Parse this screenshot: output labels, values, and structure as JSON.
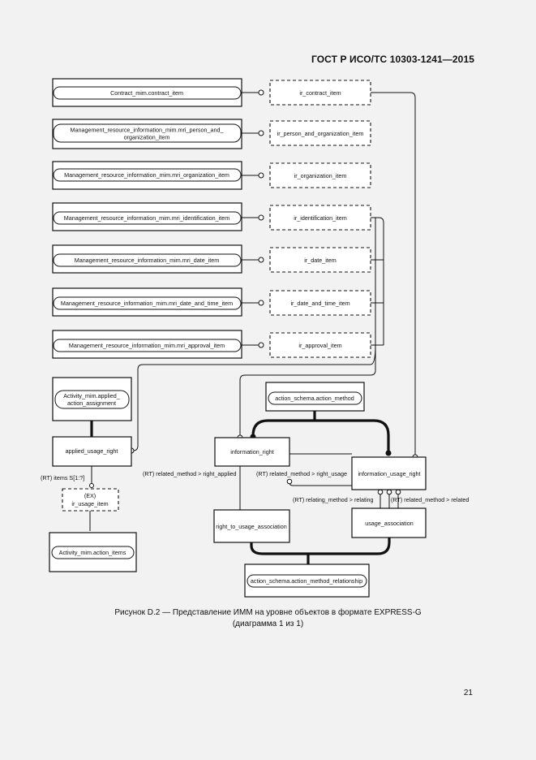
{
  "header": {
    "standard": "ГОСТ Р ИСО/ТС 10303-1241—2015"
  },
  "caption": {
    "line1": "Рисунок D.2 — Представление ИММ на уровне объектов в формате EXPRESS-G",
    "line2": "(диаграмма 1 из 1)"
  },
  "page_number": "21",
  "diagram": {
    "schema_refs": [
      {
        "l1": "Contract_mim.contract_item",
        "l2": ""
      },
      {
        "l1": "Management_resource_information_mim.mri_person_and_",
        "l2": "organization_item"
      },
      {
        "l1": "Management_resource_information_mim.mri_organization_item",
        "l2": ""
      },
      {
        "l1": "Management_resource_information_mim.mri_identification_item",
        "l2": ""
      },
      {
        "l1": "Management_resource_information_mim.mri_date_item",
        "l2": ""
      },
      {
        "l1": "Management_resource_information_mim.mri_date_and_time_item",
        "l2": ""
      },
      {
        "l1": "Management_resource_information_mim.mri_approval_item",
        "l2": ""
      }
    ],
    "select_types": [
      "ir_contract_item",
      "ir_person_and_organization_item",
      "ir_organization_item",
      "ir_identification_item",
      "ir_date_item",
      "ir_date_and_time_item",
      "ir_approval_item"
    ],
    "applied_assignment": {
      "l1": "Activity_mim.applied_",
      "l2": "action_assignment"
    },
    "applied_usage_right": "applied_usage_right",
    "items_attr": "(RT) items S[1:?]",
    "ex_type": {
      "l1": "(EX)",
      "l2": "ir_usage_item"
    },
    "action_items": "Activity_mim.action_items",
    "action_method": "action_schema.action_method",
    "information_right": "information_right",
    "information_usage_right": "information_usage_right",
    "right_to_usage_association": "right_to_usage_association",
    "usage_association": "usage_association",
    "action_method_relationship": "action_schema.action_method_relationship",
    "attr_related_method_right_applied": "(RT) related_method > right_applied",
    "attr_related_method_right_usage": "(RT) related_method > right_usage",
    "attr_relating_method": "(RT) relating_method > relating",
    "attr_related_method_related": "(RT) related_method > related"
  }
}
